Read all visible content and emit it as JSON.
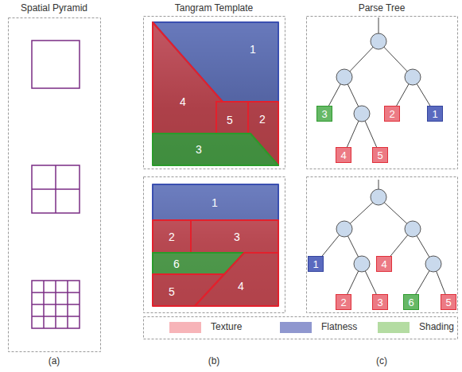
{
  "diagram": {
    "nodes": [
      {
        "text": [
          "1"
        ]
      },
      {
        "text": [
          "4"
        ]
      },
      {
        "text": [
          "5"
        ]
      },
      {
        "text": [
          "2"
        ]
      },
      {
        "text": [
          "3"
        ]
      },
      {
        "text": [
          "3"
        ]
      },
      {
        "text": [
          "2"
        ]
      },
      {
        "text": [
          "1"
        ]
      },
      {
        "text": [
          "4"
        ]
      },
      {
        "text": [
          "5"
        ]
      },
      {
        "text": [
          "1"
        ]
      },
      {
        "text": [
          "2"
        ]
      },
      {
        "text": [
          "3"
        ]
      },
      {
        "text": [
          "6"
        ]
      },
      {
        "text": [
          "5"
        ]
      },
      {
        "text": [
          "4"
        ]
      },
      {
        "text": [
          "1"
        ]
      },
      {
        "text": [
          "4"
        ]
      },
      {
        "text": [
          "2"
        ]
      },
      {
        "text": [
          "3"
        ]
      },
      {
        "text": [
          "6"
        ]
      },
      {
        "text": [
          "5"
        ]
      }
    ],
    "labels": [
      "Spatial Pyramid",
      "Tangram Template",
      "Parse Tree",
      "(a)",
      "(b)",
      "(c)"
    ],
    "legend": [
      {
        "text": "Texture",
        "color": "#f7b4b8"
      },
      {
        "text": "Flatness",
        "color": "#8f97cf"
      },
      {
        "text": "Shading",
        "color": "#b4dca2"
      }
    ]
  }
}
